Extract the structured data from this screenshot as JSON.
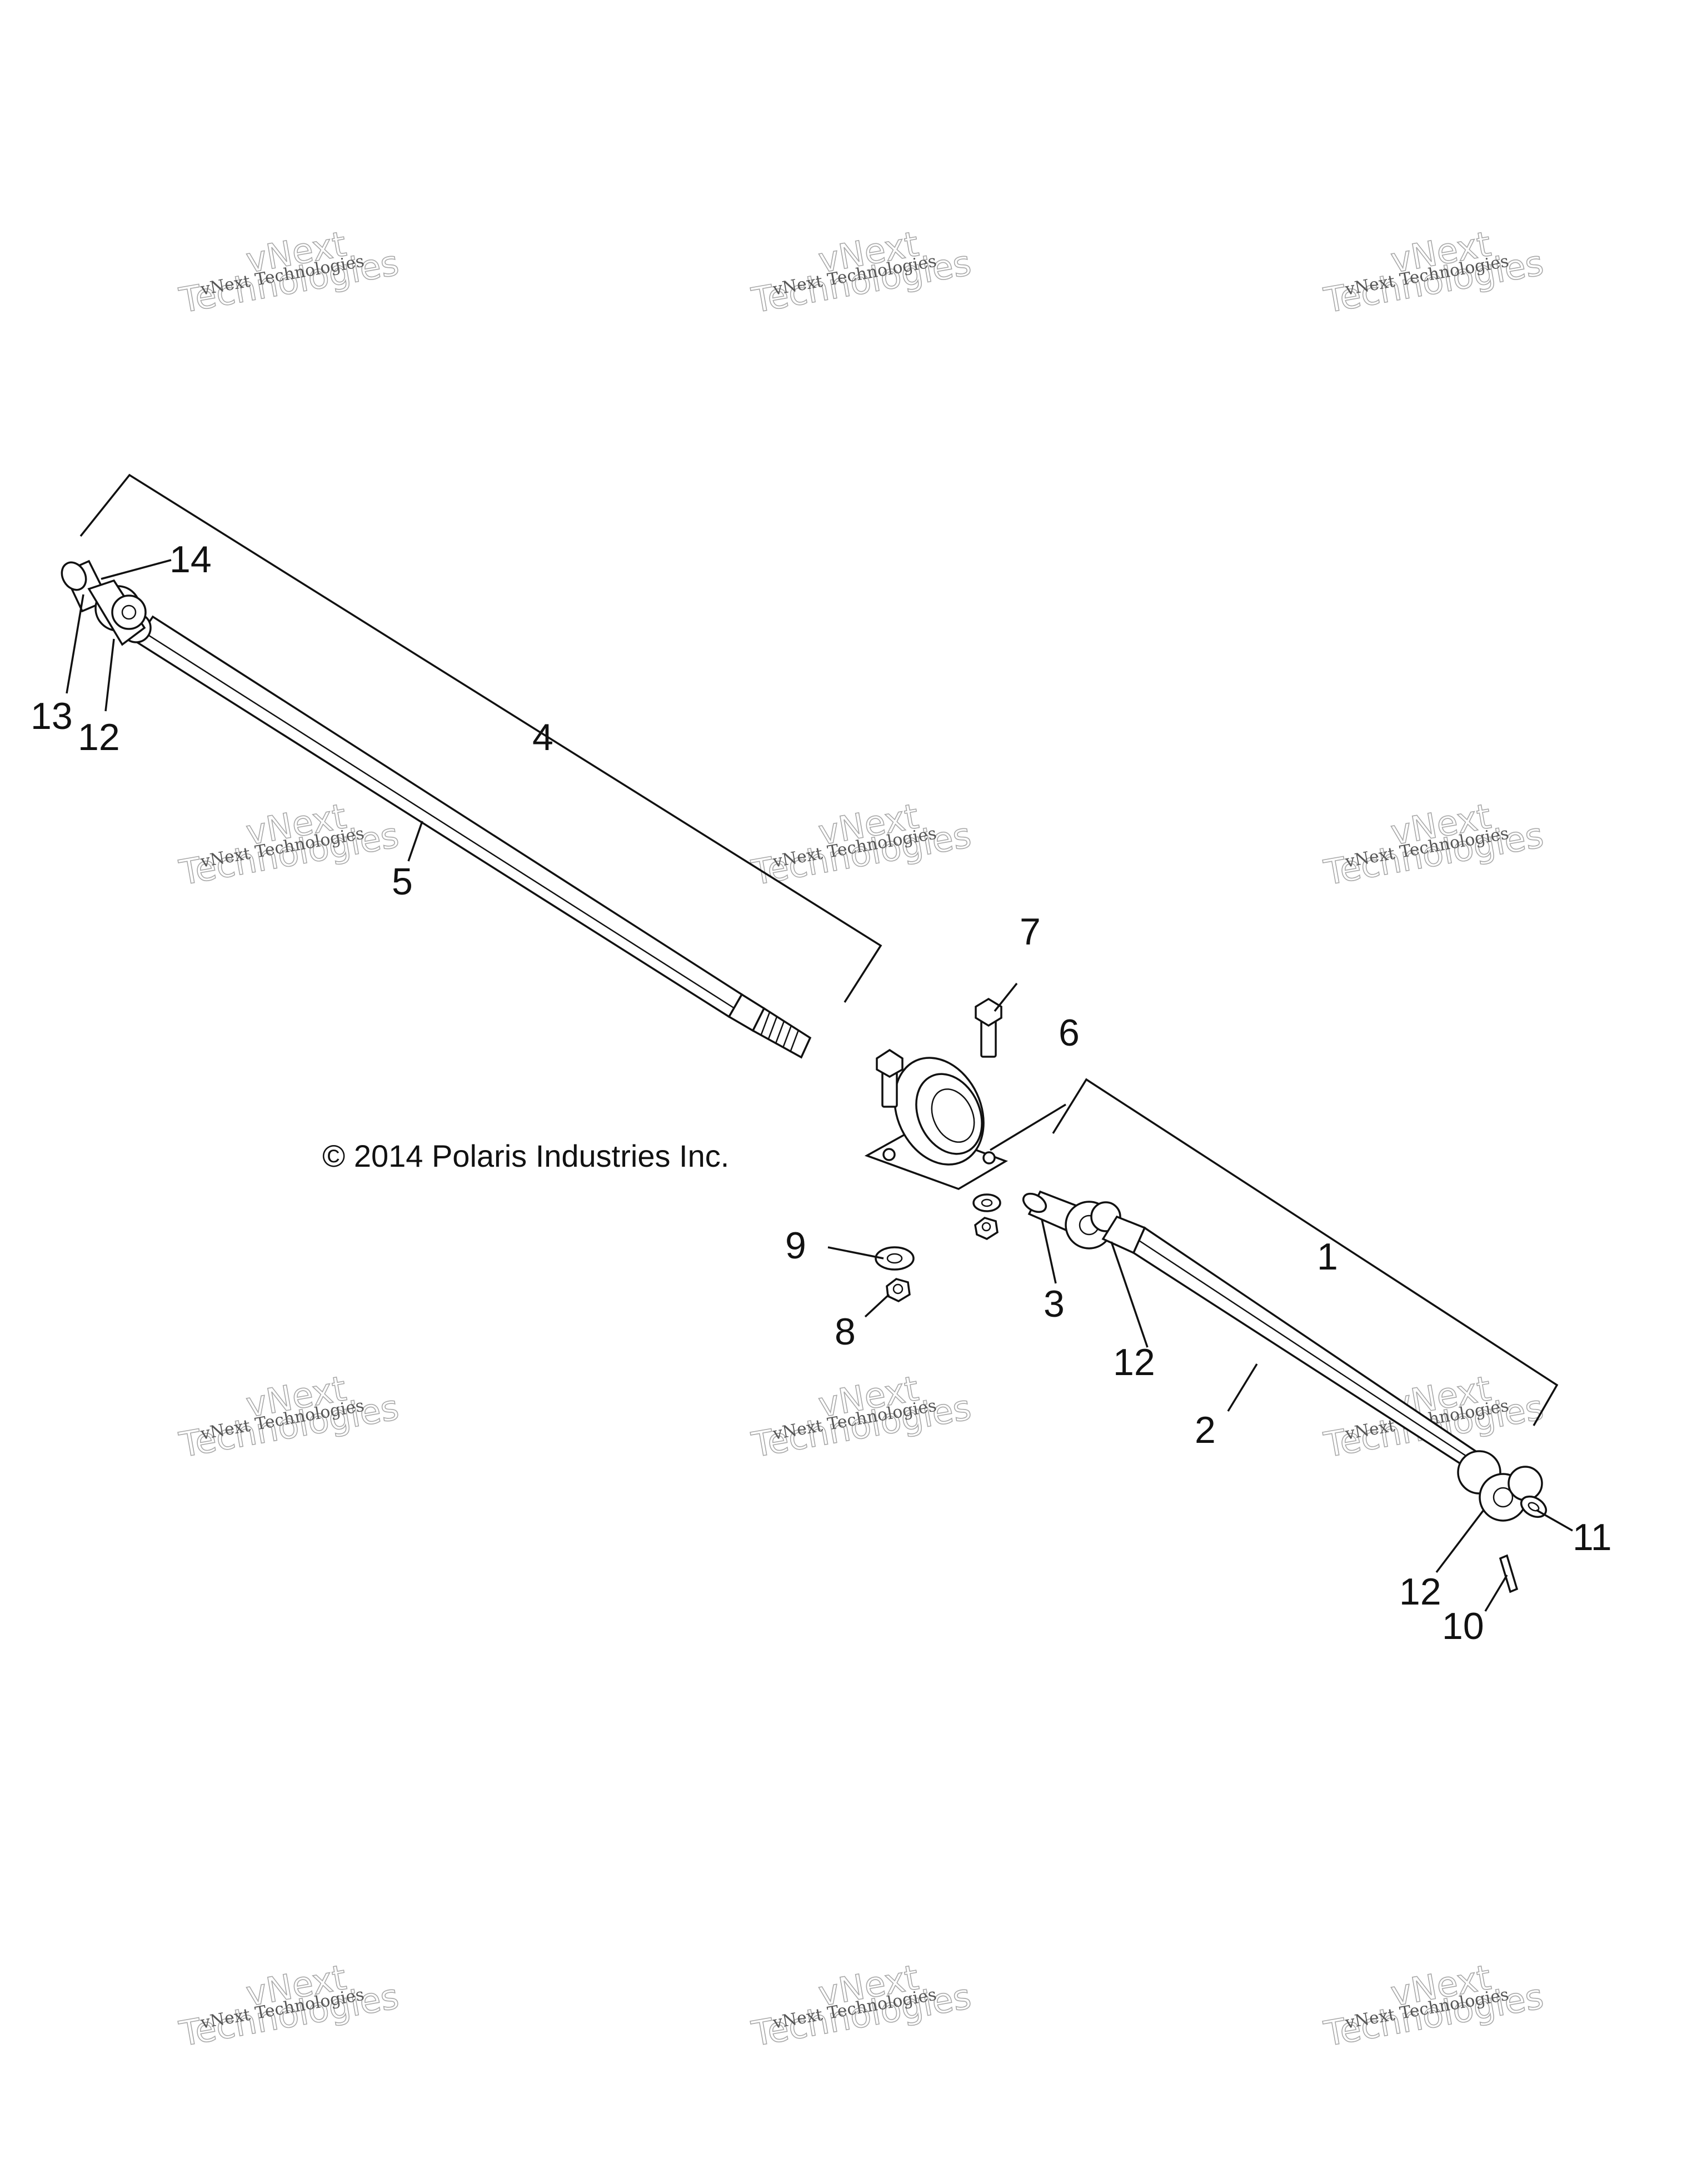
{
  "copyright": "© 2014 Polaris Industries Inc.",
  "watermark": {
    "line1": "vNext Technologies",
    "line2": "vNext",
    "line3": "Technologies"
  },
  "callouts": [
    {
      "id": "c1",
      "label": "1"
    },
    {
      "id": "c2",
      "label": "2"
    },
    {
      "id": "c3",
      "label": "3"
    },
    {
      "id": "c4",
      "label": "4"
    },
    {
      "id": "c5",
      "label": "5"
    },
    {
      "id": "c6",
      "label": "6"
    },
    {
      "id": "c7",
      "label": "7"
    },
    {
      "id": "c8",
      "label": "8"
    },
    {
      "id": "c9",
      "label": "9"
    },
    {
      "id": "c10",
      "label": "10"
    },
    {
      "id": "c11",
      "label": "11"
    },
    {
      "id": "c12a",
      "label": "12"
    },
    {
      "id": "c12b",
      "label": "12"
    },
    {
      "id": "c12c",
      "label": "12"
    },
    {
      "id": "c13",
      "label": "13"
    },
    {
      "id": "c14",
      "label": "14"
    }
  ]
}
